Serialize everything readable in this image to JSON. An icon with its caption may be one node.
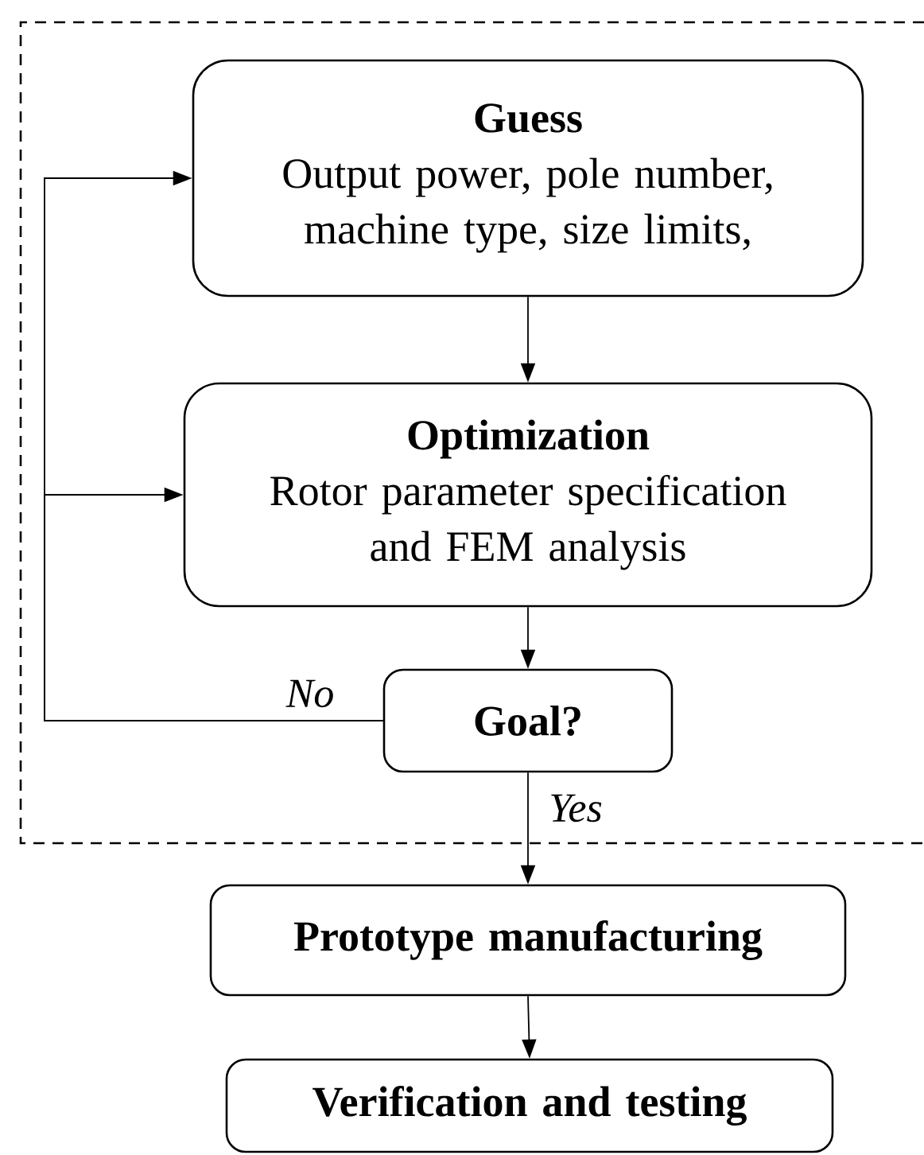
{
  "diagram": {
    "nodes": [
      {
        "text": [],
        "shape": "box"
      },
      {
        "text": [
          "Guess",
          "Output power, pole number, machine type, size limits,"
        ],
        "in": 0
      },
      {
        "text": [
          "Optimization",
          "Rotor parameter specification and FEM analysis"
        ],
        "in": 0
      },
      {
        "text": [
          "Goal?"
        ],
        "in": 0
      },
      {
        "text": [
          "Prototype manufacturing"
        ]
      },
      {
        "text": [
          "Verification and testing"
        ]
      }
    ],
    "edges": [
      {
        "from": 1,
        "to": 2,
        "arrow": "to"
      },
      {
        "from": 2,
        "to": 3,
        "arrow": "to"
      },
      {
        "from": 3,
        "to": 1,
        "arrow": "to",
        "label": "No"
      },
      {
        "from": 3,
        "to": 2,
        "arrow": "to"
      },
      {
        "from": 3,
        "to": 4,
        "arrow": "to",
        "label": "Yes"
      },
      {
        "from": 4,
        "to": 5,
        "arrow": "to"
      }
    ]
  }
}
